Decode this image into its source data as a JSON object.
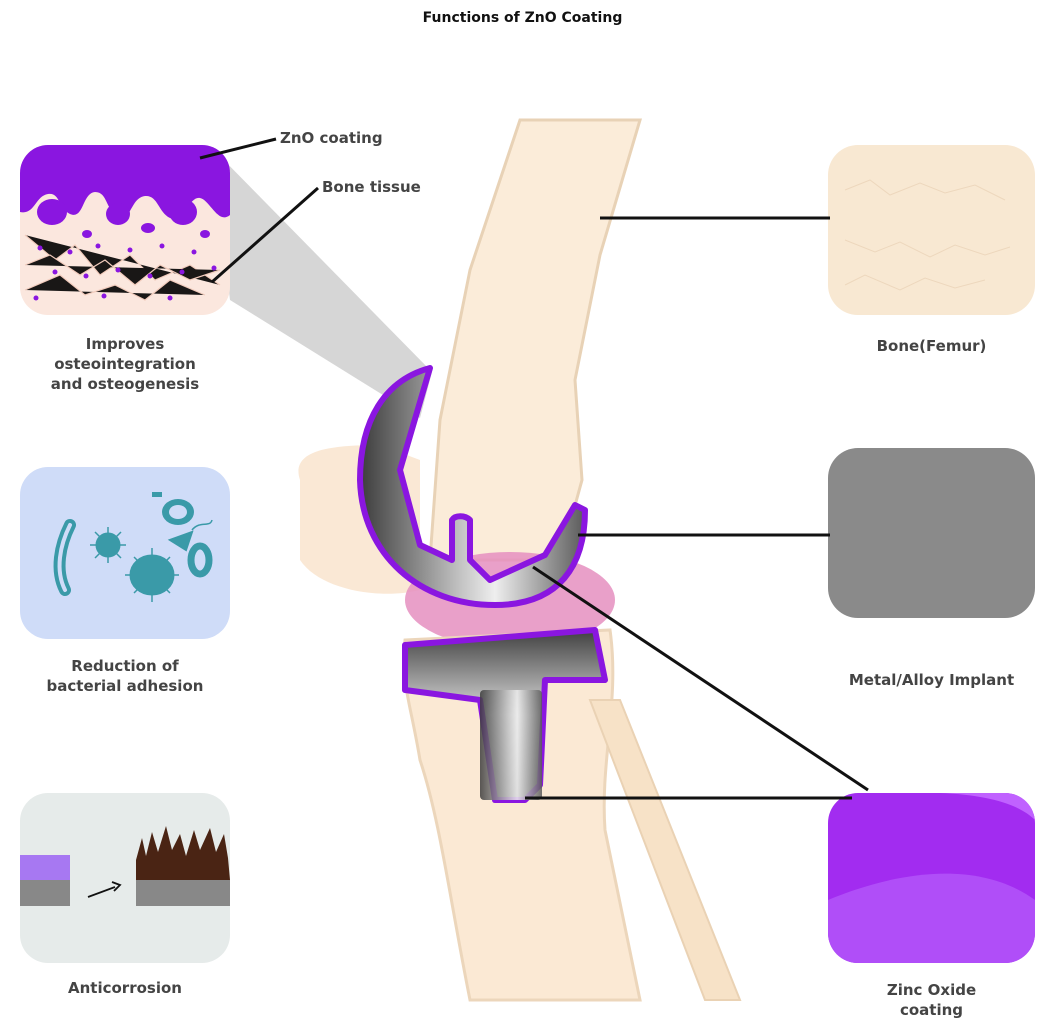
{
  "title": "Functions of ZnO Coating",
  "callouts": {
    "zno_coating": "ZnO coating",
    "bone_tissue": "Bone tissue"
  },
  "functions": [
    {
      "label": "Improves osteointegration and osteogenesis",
      "lines": [
        "Improves",
        "osteointegration",
        "and osteogenesis"
      ]
    },
    {
      "label": "Reduction of bacterial adhesion",
      "lines": [
        "Reduction of",
        "bacterial adhesion"
      ]
    },
    {
      "label": "Anticorrosion",
      "lines": [
        "Anticorrosion"
      ]
    }
  ],
  "materials": [
    {
      "label": "Bone(Femur)",
      "lines": [
        "Bone(Femur)"
      ],
      "color": "#f8e8d2"
    },
    {
      "label": "Metal/Alloy Implant",
      "lines": [
        "Metal/Alloy Implant"
      ],
      "color": "#8a8a8a"
    },
    {
      "label": "Zinc Oxide coating",
      "lines": [
        "Zinc Oxide",
        "coating"
      ],
      "color": "#a22cf0"
    }
  ],
  "colors": {
    "bone": "#f9e6d0",
    "bone_outline": "#e8d2b6",
    "cartilage": "#e58fc0",
    "zno": "#8a16e0",
    "metal_dark": "#3c3c3c",
    "metal_light": "#e6e6e6",
    "bacteria": "#3a9aa8",
    "bacteria_bg": "#cfdcf8",
    "corrosion": "#4a2414"
  }
}
